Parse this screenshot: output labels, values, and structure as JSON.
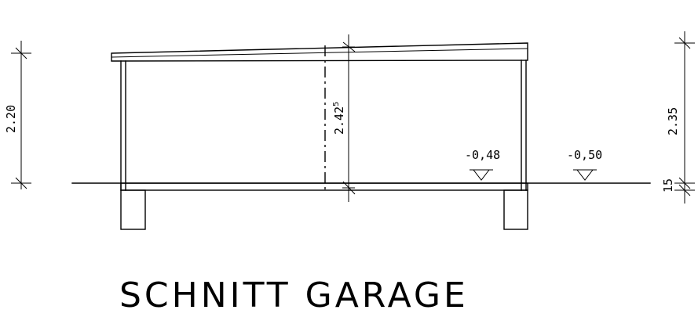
{
  "title": "SCHNITT GARAGE",
  "dimensions": {
    "left_height": "2.20",
    "center_height": "2.42",
    "center_height_sup": "5",
    "right_height": "2.35",
    "right_base": "15"
  },
  "levels": {
    "floor": "-0,48",
    "terrain": "-0,50"
  },
  "colors": {
    "line": "#000000",
    "background": "#ffffff"
  }
}
